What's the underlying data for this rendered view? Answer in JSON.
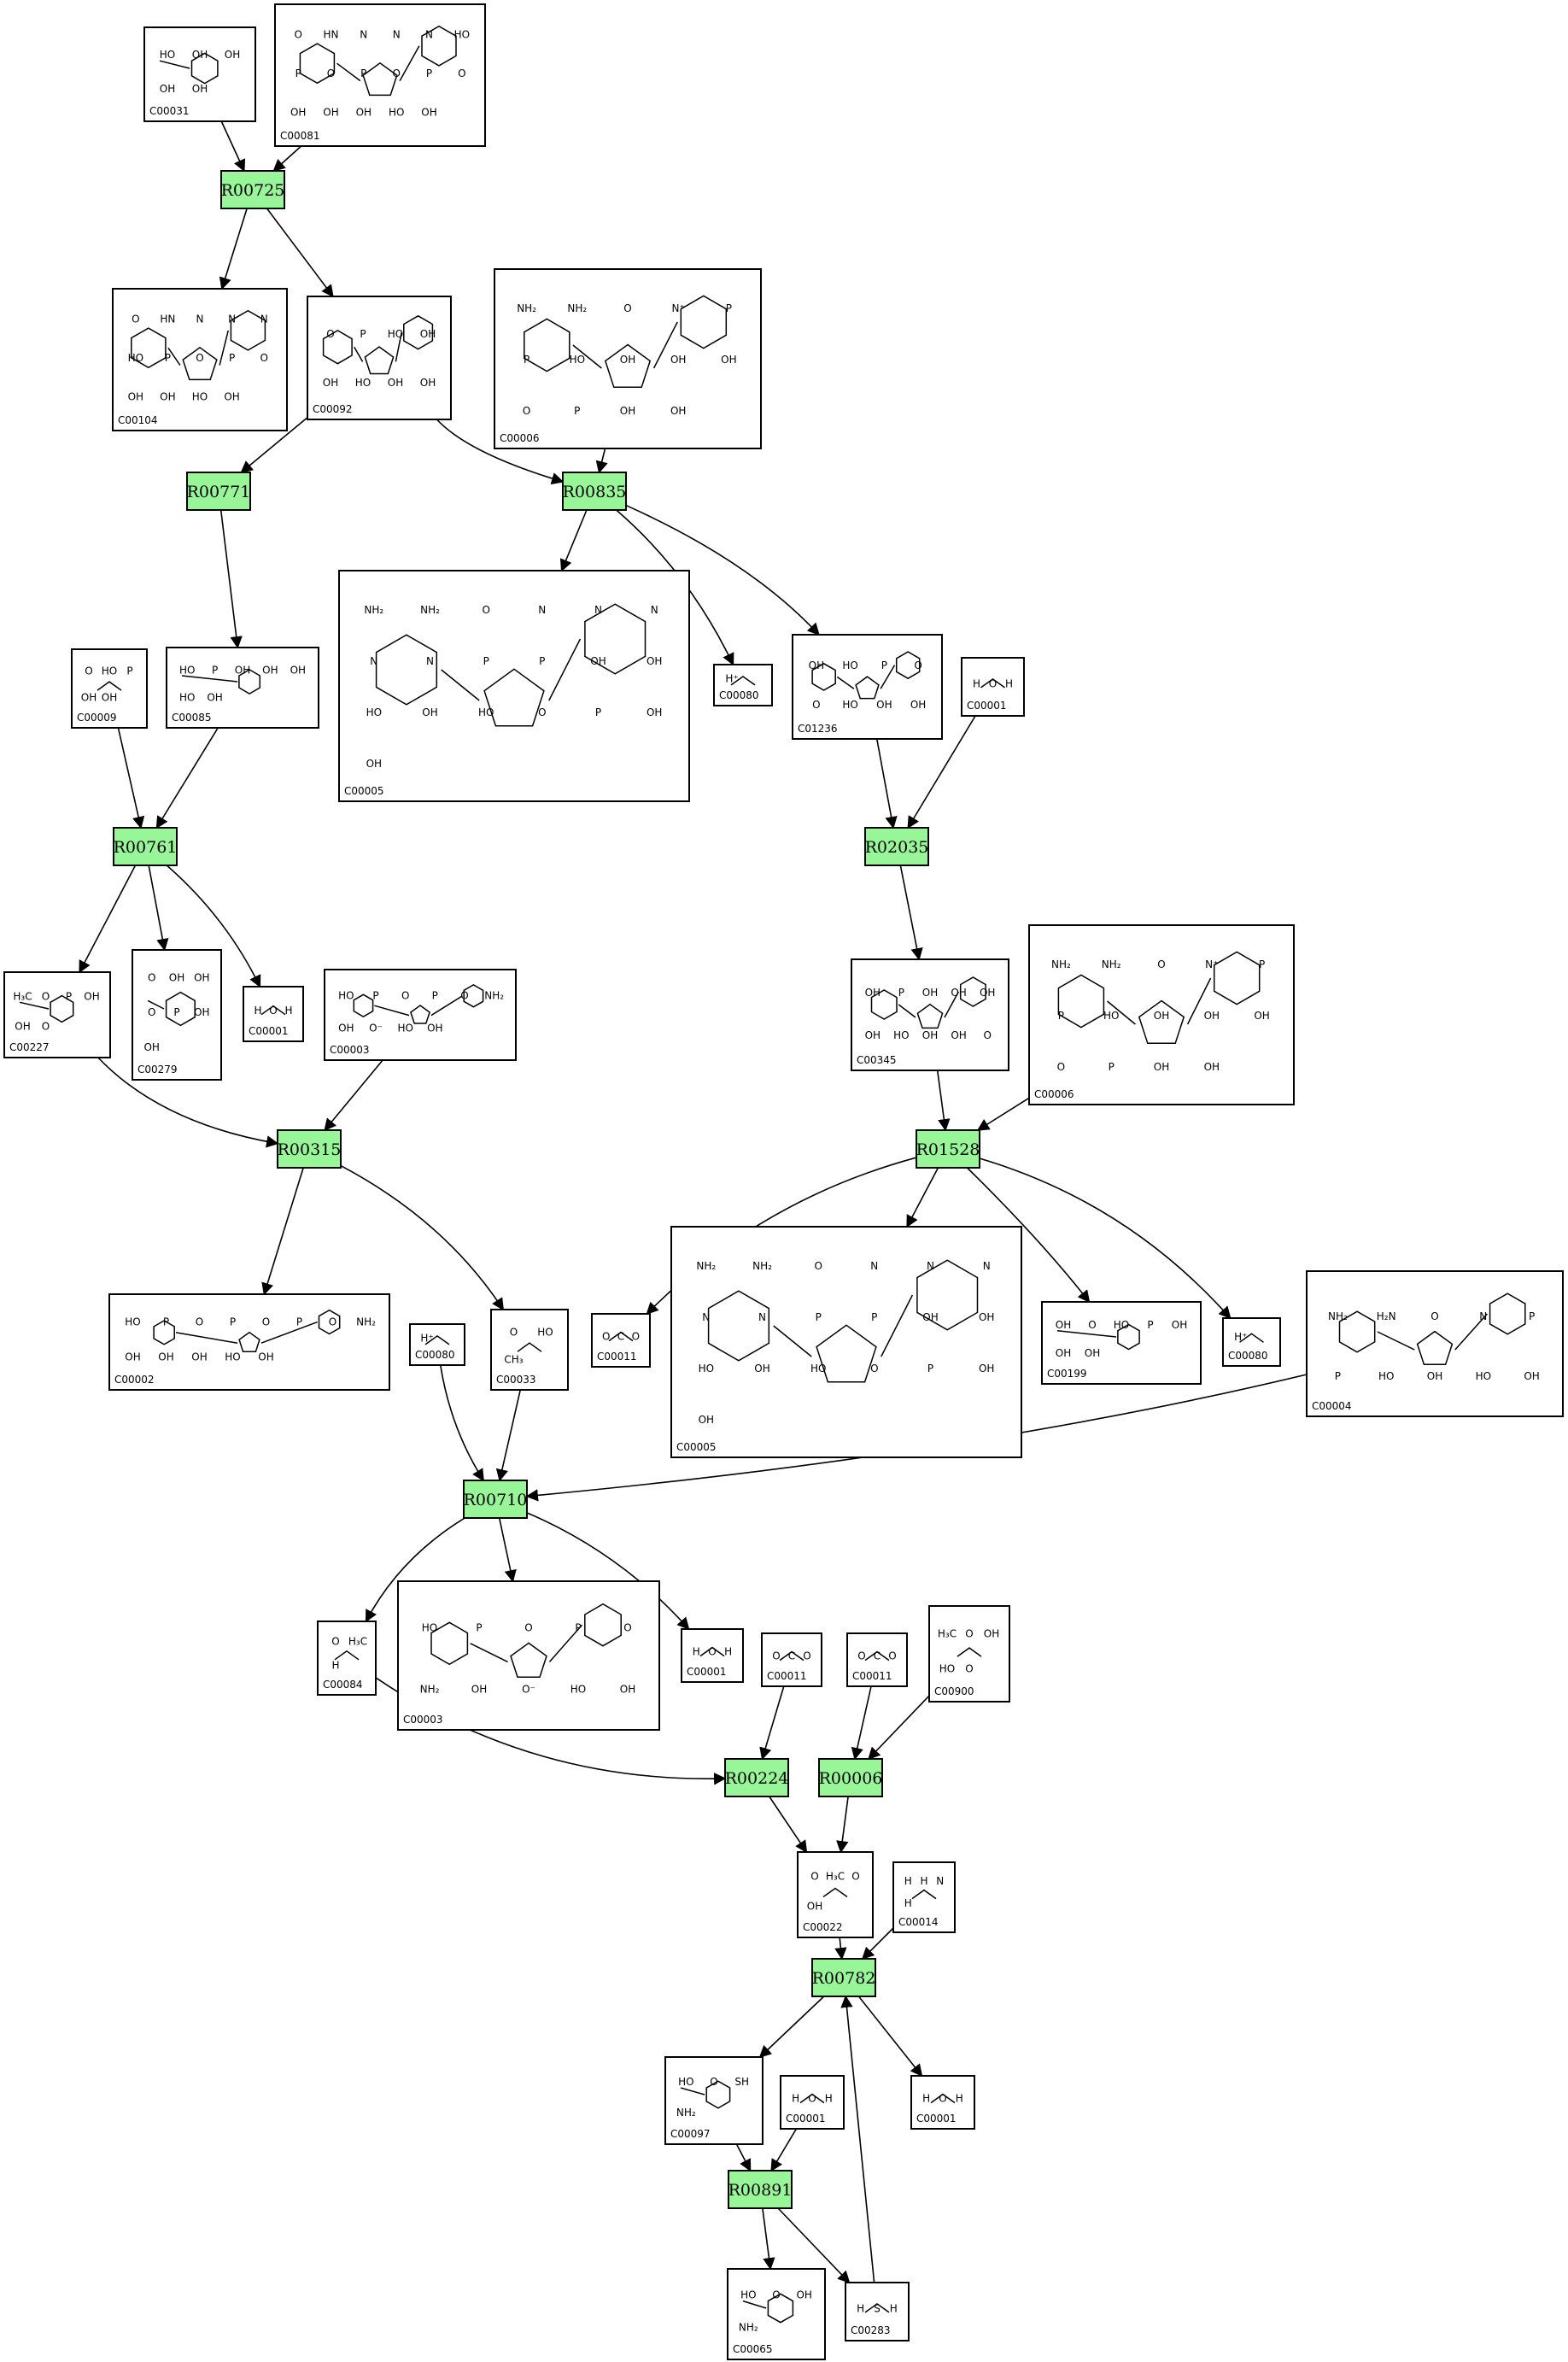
{
  "diagram": {
    "reactions": [
      {
        "id": "R00725"
      },
      {
        "id": "R00771"
      },
      {
        "id": "R00835"
      },
      {
        "id": "R00761"
      },
      {
        "id": "R02035"
      },
      {
        "id": "R00315"
      },
      {
        "id": "R01528"
      },
      {
        "id": "R00710"
      },
      {
        "id": "R00224"
      },
      {
        "id": "R00006"
      },
      {
        "id": "R00782"
      },
      {
        "id": "R00891"
      }
    ],
    "compounds": [
      {
        "id": "C00031",
        "atoms": [
          "HO",
          "OH",
          "OH",
          "OH",
          "OH"
        ]
      },
      {
        "id": "C00081",
        "atoms": [
          "O",
          "HN",
          "N",
          "N",
          "N",
          "HO",
          "P",
          "O",
          "P",
          "O",
          "P",
          "O",
          "OH",
          "OH",
          "OH",
          "HO",
          "OH"
        ]
      },
      {
        "id": "C00104",
        "atoms": [
          "O",
          "HN",
          "N",
          "N",
          "N",
          "HO",
          "P",
          "O",
          "P",
          "O",
          "OH",
          "OH",
          "HO",
          "OH"
        ]
      },
      {
        "id": "C00092",
        "atoms": [
          "O",
          "P",
          "HO",
          "OH",
          "OH",
          "HO",
          "OH",
          "OH"
        ]
      },
      {
        "id": "C00006",
        "atoms": [
          "NH₂",
          "NH₂",
          "O",
          "N⁺",
          "P",
          "P",
          "HO",
          "OH",
          "OH",
          "OH",
          "O",
          "P",
          "OH",
          "OH"
        ]
      },
      {
        "id": "C00085",
        "atoms": [
          "HO",
          "P",
          "OH",
          "OH",
          "OH",
          "HO",
          "OH"
        ]
      },
      {
        "id": "C00009",
        "atoms": [
          "O",
          "HO",
          "P",
          "OH",
          "OH"
        ]
      },
      {
        "id": "C00005",
        "atoms": [
          "NH₂",
          "NH₂",
          "O",
          "N",
          "N",
          "N",
          "N",
          "N",
          "P",
          "P",
          "OH",
          "OH",
          "HO",
          "OH",
          "HO",
          "O",
          "P",
          "OH",
          "OH"
        ]
      },
      {
        "id": "C00080",
        "atoms": [
          "H⁺"
        ]
      },
      {
        "id": "C01236",
        "atoms": [
          "OH",
          "HO",
          "P",
          "O",
          "O",
          "HO",
          "OH",
          "OH"
        ]
      },
      {
        "id": "C00001",
        "atoms": [
          "H",
          "O",
          "H"
        ]
      },
      {
        "id": "C00227",
        "atoms": [
          "H₃C",
          "O",
          "P",
          "OH",
          "OH",
          "O"
        ]
      },
      {
        "id": "C00279",
        "atoms": [
          "O",
          "OH",
          "OH",
          "O",
          "P",
          "OH",
          "OH"
        ]
      },
      {
        "id": "C00003",
        "atoms": [
          "HO",
          "P",
          "O",
          "P",
          "O",
          "NH₂",
          "OH",
          "O⁻",
          "HO",
          "OH"
        ]
      },
      {
        "id": "C00345",
        "atoms": [
          "OH",
          "P",
          "OH",
          "OH",
          "OH",
          "OH",
          "HO",
          "OH",
          "OH",
          "O"
        ]
      },
      {
        "id": "C00002",
        "atoms": [
          "HO",
          "P",
          "O",
          "P",
          "O",
          "P",
          "O",
          "NH₂",
          "OH",
          "OH",
          "OH",
          "HO",
          "OH"
        ]
      },
      {
        "id": "C00033",
        "atoms": [
          "O",
          "HO",
          "CH₃"
        ]
      },
      {
        "id": "C00011",
        "atoms": [
          "O",
          "C",
          "O"
        ]
      },
      {
        "id": "C00199",
        "atoms": [
          "OH",
          "O",
          "HO",
          "P",
          "OH",
          "OH",
          "OH"
        ]
      },
      {
        "id": "C00004",
        "atoms": [
          "NH₂",
          "H₂N",
          "O",
          "N",
          "P",
          "P",
          "HO",
          "OH",
          "HO",
          "OH"
        ]
      },
      {
        "id": "C00084",
        "atoms": [
          "O",
          "H₃C",
          "H"
        ]
      },
      {
        "id": "C00900",
        "atoms": [
          "H₃C",
          "O",
          "OH",
          "HO",
          "O"
        ]
      },
      {
        "id": "C00022",
        "atoms": [
          "O",
          "H₃C",
          "O",
          "OH"
        ]
      },
      {
        "id": "C00014",
        "atoms": [
          "H",
          "H",
          "N",
          "H"
        ]
      },
      {
        "id": "C00097",
        "atoms": [
          "HO",
          "O",
          "SH",
          "NH₂"
        ]
      },
      {
        "id": "C00065",
        "atoms": [
          "HO",
          "O",
          "OH",
          "NH₂"
        ]
      },
      {
        "id": "C00283",
        "atoms": [
          "H",
          "S",
          "H"
        ]
      }
    ]
  }
}
